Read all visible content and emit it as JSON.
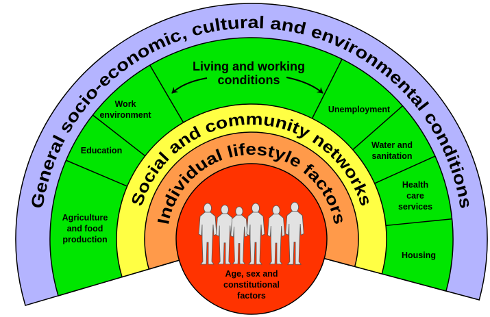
{
  "colors": {
    "outer_band": "#b4b4ff",
    "living_band": "#00e600",
    "social_band": "#ffff44",
    "lifestyle_band": "#ff9a4a",
    "core": "#ff3300",
    "people": "#e2e2e2",
    "outline": "#000000"
  },
  "layers": {
    "outer": "General socio-economic, cultural and environmental conditions",
    "social": "Social and community networks",
    "lifestyle": "Individual lifestyle factors",
    "core": [
      "Age, sex and",
      "constitutional",
      "factors"
    ]
  },
  "living_working": {
    "title": [
      "Living and working",
      "conditions"
    ],
    "segments": [
      {
        "name": "agriculture",
        "lines": [
          "Agriculture",
          "and food",
          "production"
        ]
      },
      {
        "name": "education",
        "lines": [
          "Education"
        ]
      },
      {
        "name": "work-environment",
        "lines": [
          "Work",
          "environment"
        ]
      },
      {
        "name": "unemployment",
        "lines": [
          "Unemployment"
        ]
      },
      {
        "name": "water-sanitation",
        "lines": [
          "Water and",
          "sanitation"
        ]
      },
      {
        "name": "health-care",
        "lines": [
          "Health",
          "care",
          "services"
        ]
      },
      {
        "name": "housing",
        "lines": [
          "Housing"
        ]
      }
    ]
  },
  "people_icon": "group-of-people-silhouettes"
}
